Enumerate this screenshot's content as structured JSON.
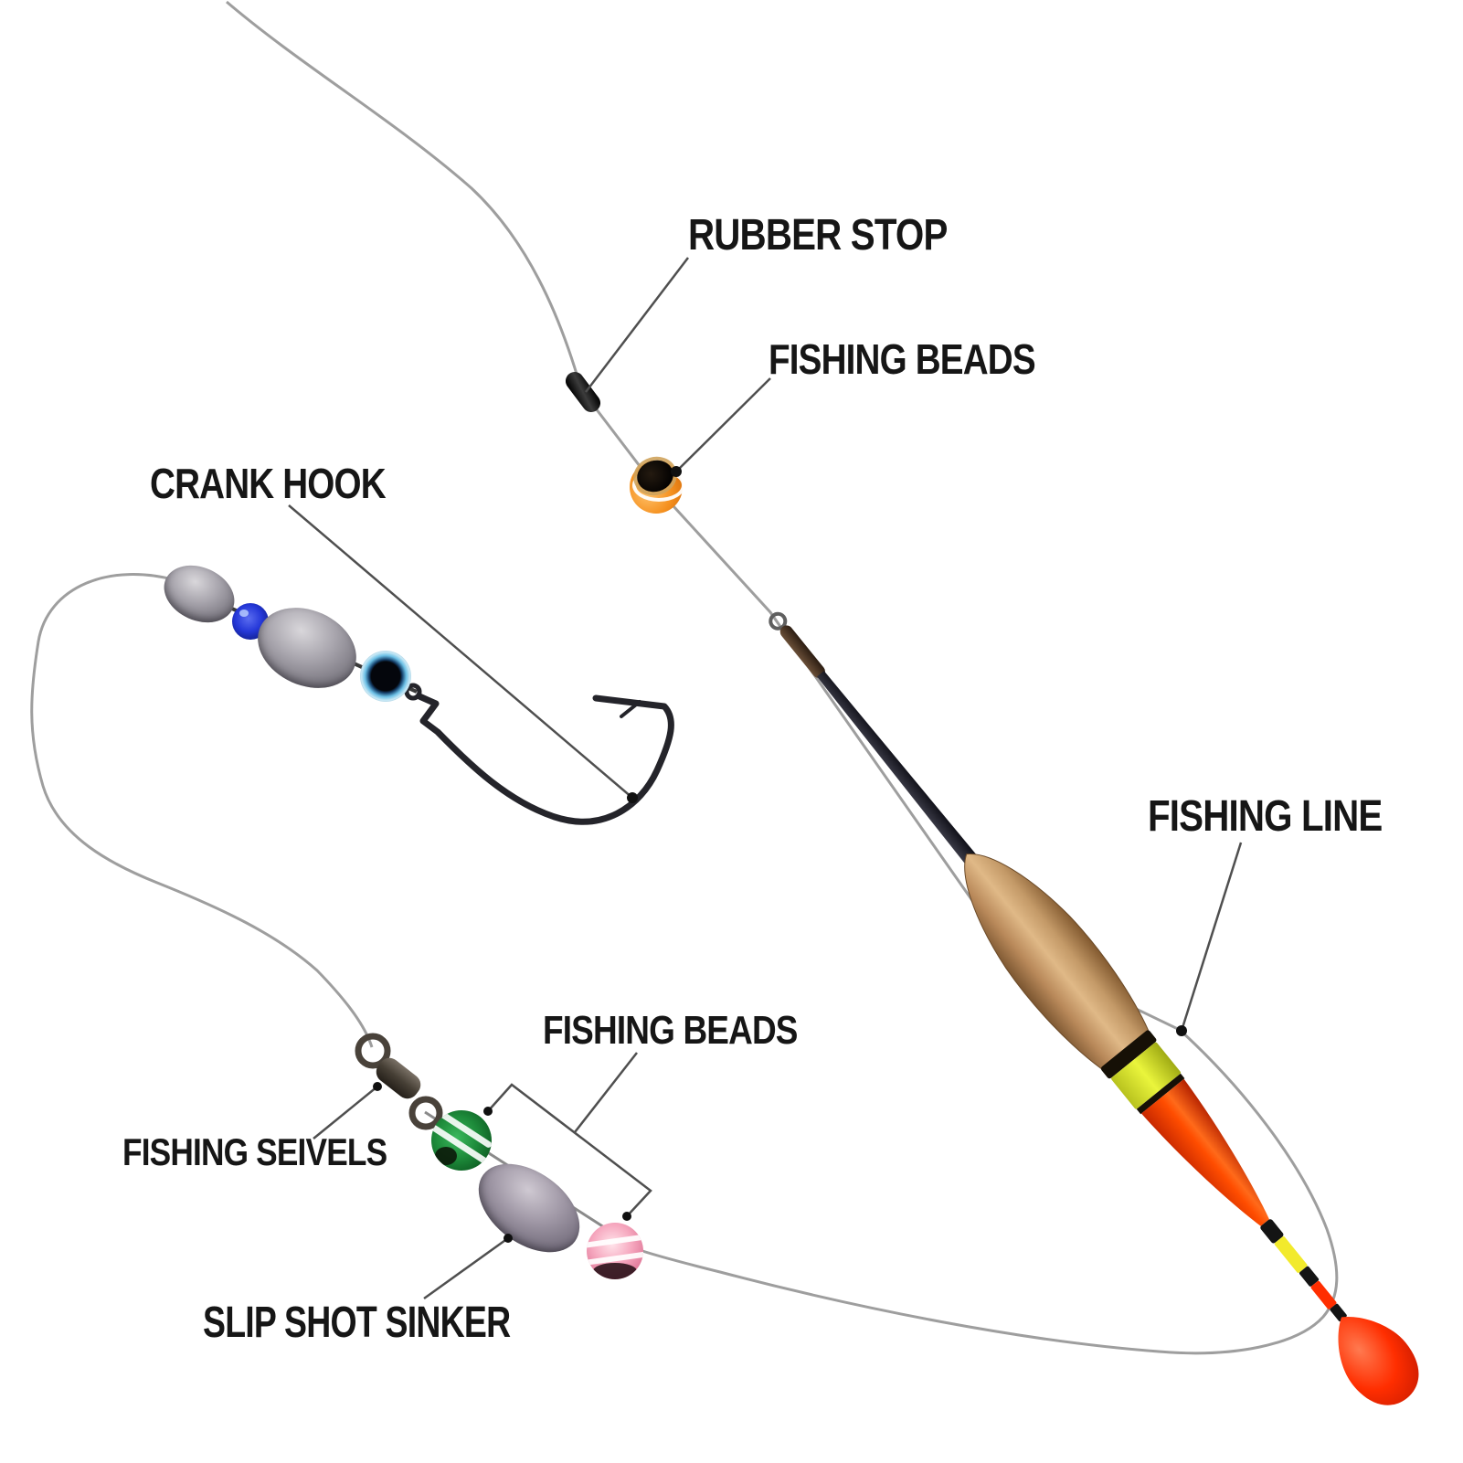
{
  "title": "Slip bobber fishing rig diagram",
  "labels": {
    "rubber_stop": {
      "text": "RUBBER STOP"
    },
    "fishing_beads_top": {
      "text": "FISHING BEADS"
    },
    "crank_hook": {
      "text": "CRANK HOOK"
    },
    "fishing_line": {
      "text": "FISHING LINE"
    },
    "fishing_beads_bottom": {
      "text": "FISHING BEADS"
    },
    "fishing_seivels": {
      "text": "FISHING SEIVELS"
    },
    "slip_shot_sinker": {
      "text": "SLIP SHOT SINKER"
    }
  },
  "parts": [
    {
      "name": "rubber stop",
      "color": "#111111"
    },
    {
      "name": "fishing bead (orange eye bead)",
      "color": "#f59120"
    },
    {
      "name": "crank hook with egg sinkers and blue beads",
      "color": "#8a878f"
    },
    {
      "name": "slip float",
      "colors": {
        "wood": "#c49a68",
        "band_yellow": "#eaf53c",
        "body_orange": "#ff4d00",
        "tail_red": "#ff2e00"
      }
    },
    {
      "name": "fishing line",
      "color": "#9e9e9e"
    },
    {
      "name": "barrel swivel",
      "color": "#49423a"
    },
    {
      "name": "fishing bead (green striped)",
      "color": "#1d8a3a"
    },
    {
      "name": "slip shot sinker",
      "color": "#77707f"
    },
    {
      "name": "fishing bead (pink striped)",
      "color": "#e27e9d"
    }
  ],
  "background": "#ffffff",
  "label_color": "#161616",
  "leader_color": "#4f4f4f"
}
